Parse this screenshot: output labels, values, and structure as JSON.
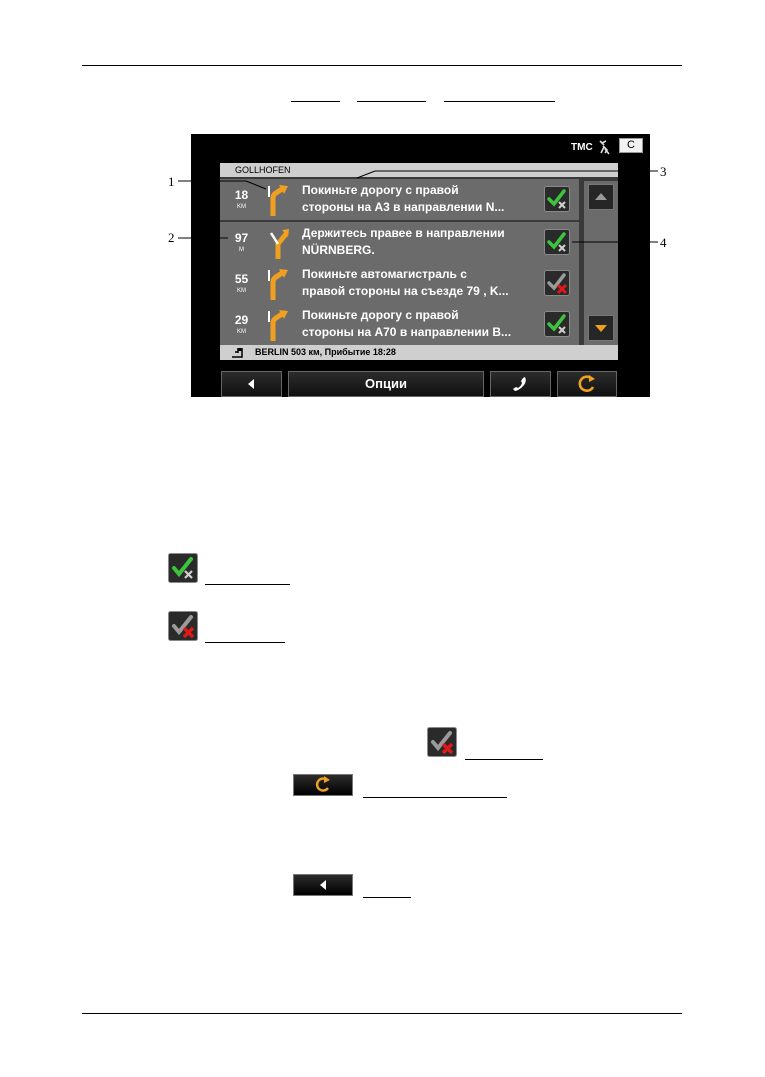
{
  "device_screen": {
    "status": {
      "tmc_label": "TMC",
      "compass_label": "C"
    },
    "city_header": "GOLLHOFEN",
    "maneuvers": [
      {
        "distance": "18",
        "unit": "KM",
        "line1": "Покиньте дорогу с правой",
        "line2": "стороны на A3 в направлении N...",
        "toggle": "on"
      },
      {
        "distance": "97",
        "unit": "M",
        "line1": "Держитесь правее в направлении",
        "line2": "NÜRNBERG.",
        "toggle": "on"
      },
      {
        "distance": "55",
        "unit": "KM",
        "line1": "Покиньте автомагистраль с",
        "line2": "правой стороны на съезде 79 , K...",
        "toggle": "off"
      },
      {
        "distance": "29",
        "unit": "KM",
        "line1": "Покиньте дорогу с правой",
        "line2": "стороны на A70 в направлении B...",
        "toggle": "on"
      }
    ],
    "destination_bar": "BERLIN 503 км, Прибытие 18:28",
    "buttons": {
      "options_label": "Опции"
    }
  },
  "callouts": [
    "1",
    "2",
    "3",
    "4"
  ],
  "icons": {
    "toggle_on": "check-icon",
    "toggle_off": "check-blocked-icon",
    "back": "back-arrow-icon",
    "phone": "phone-icon",
    "recalculate": "recalculate-icon",
    "scroll_up": "scroll-up-icon",
    "scroll_down": "scroll-down-icon",
    "satellite": "satellite-icon",
    "destination": "destination-flag-icon"
  },
  "colors": {
    "accent_orange": "#f0a020",
    "check_green": "#3cc43c",
    "block_red": "#e01818",
    "row_gray": "#6b6b6b",
    "header_gray": "#cfcfcf"
  }
}
